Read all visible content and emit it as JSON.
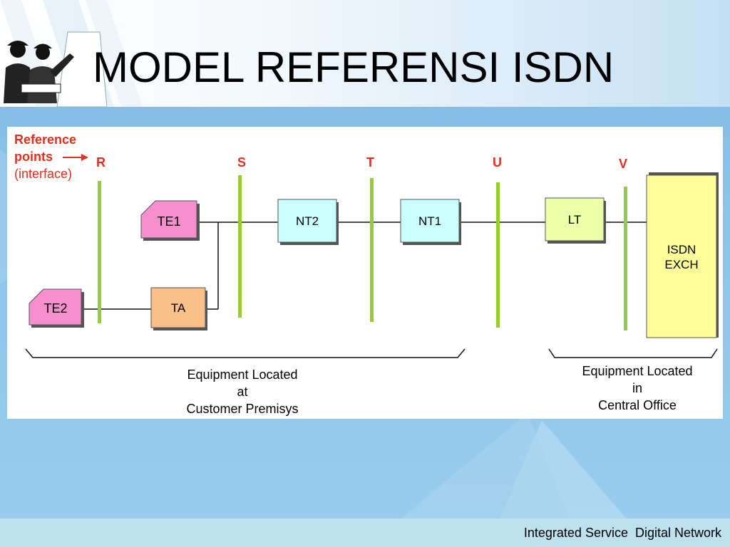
{
  "slide": {
    "title": "MODEL REFERENSI ISDN",
    "footer": "Integrated Service  Digital Network"
  },
  "diagram": {
    "legend": {
      "line1": "Reference",
      "line2": "points",
      "line3": "(interface)"
    },
    "reference_points": [
      "R",
      "S",
      "T",
      "U",
      "V"
    ],
    "devices": {
      "te1": "TE1",
      "te2": "TE2",
      "ta": "TA",
      "nt2": "NT2",
      "nt1": "NT1",
      "lt": "LT",
      "exch_line1": "ISDN",
      "exch_line2": "EXCH"
    },
    "groups": {
      "customer_line1": "Equipment Located",
      "customer_line2": "at",
      "customer_line3": "Customer Premisys",
      "office_line1": "Equipment Located",
      "office_line2": "in",
      "office_line3": "Central Office"
    },
    "colors": {
      "reference_text": "#e03020",
      "ref_bar": "#99cc33",
      "te": "#f78fcf",
      "ta": "#f9c08a",
      "nt": "#ccffff",
      "lt": "#eeffaa",
      "exch": "#ffff99"
    }
  }
}
